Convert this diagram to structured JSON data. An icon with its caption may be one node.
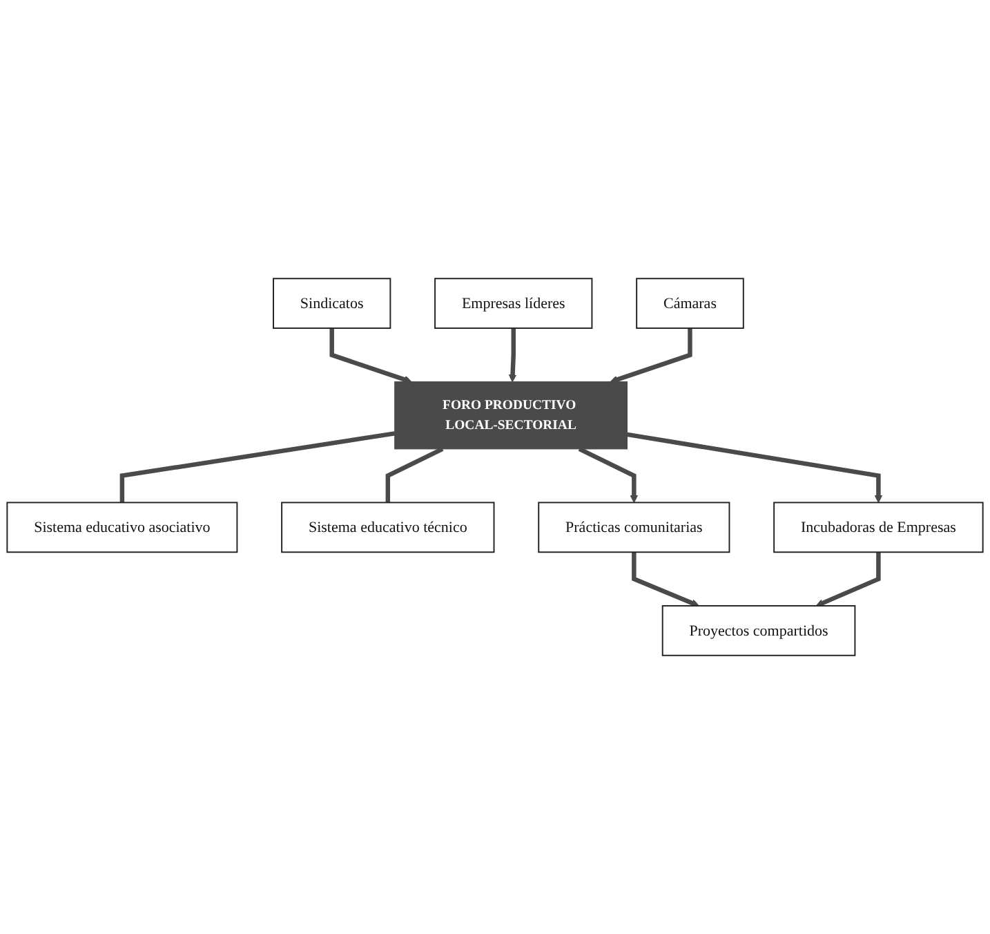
{
  "diagram": {
    "nodes": [
      {
        "text": [
          "Sindicatos"
        ]
      },
      {
        "text": [
          "Empresas líderes"
        ]
      },
      {
        "text": [
          "Cámaras"
        ]
      },
      {
        "text": [
          "Sistema educativo asociativo"
        ]
      },
      {
        "text": [
          "FORO PRODUCTIVO LOCAL-SECTORIAL"
        ]
      },
      {
        "text": [
          "Sistema educativo técnico"
        ]
      },
      {
        "text": [
          "Prácticas comunitarias"
        ]
      },
      {
        "text": [
          "Incubadoras de Empresas"
        ]
      },
      {
        "text": [
          "Proyectos compartidos"
        ]
      }
    ],
    "edges": [
      {
        "from": 0,
        "to": 4,
        "arrow": "to"
      },
      {
        "from": 1,
        "to": 4,
        "arrow": "to"
      },
      {
        "from": 2,
        "to": 4,
        "arrow": "to"
      },
      {
        "from": 3,
        "to": 4,
        "arrow": "none"
      },
      {
        "from": 4,
        "to": 5,
        "arrow": "none"
      },
      {
        "from": 4,
        "to": 6,
        "arrow": "to"
      },
      {
        "from": 4,
        "to": 7,
        "arrow": "to"
      },
      {
        "from": 6,
        "to": 8,
        "arrow": "to"
      },
      {
        "from": 7,
        "to": 8,
        "arrow": "to"
      }
    ]
  }
}
